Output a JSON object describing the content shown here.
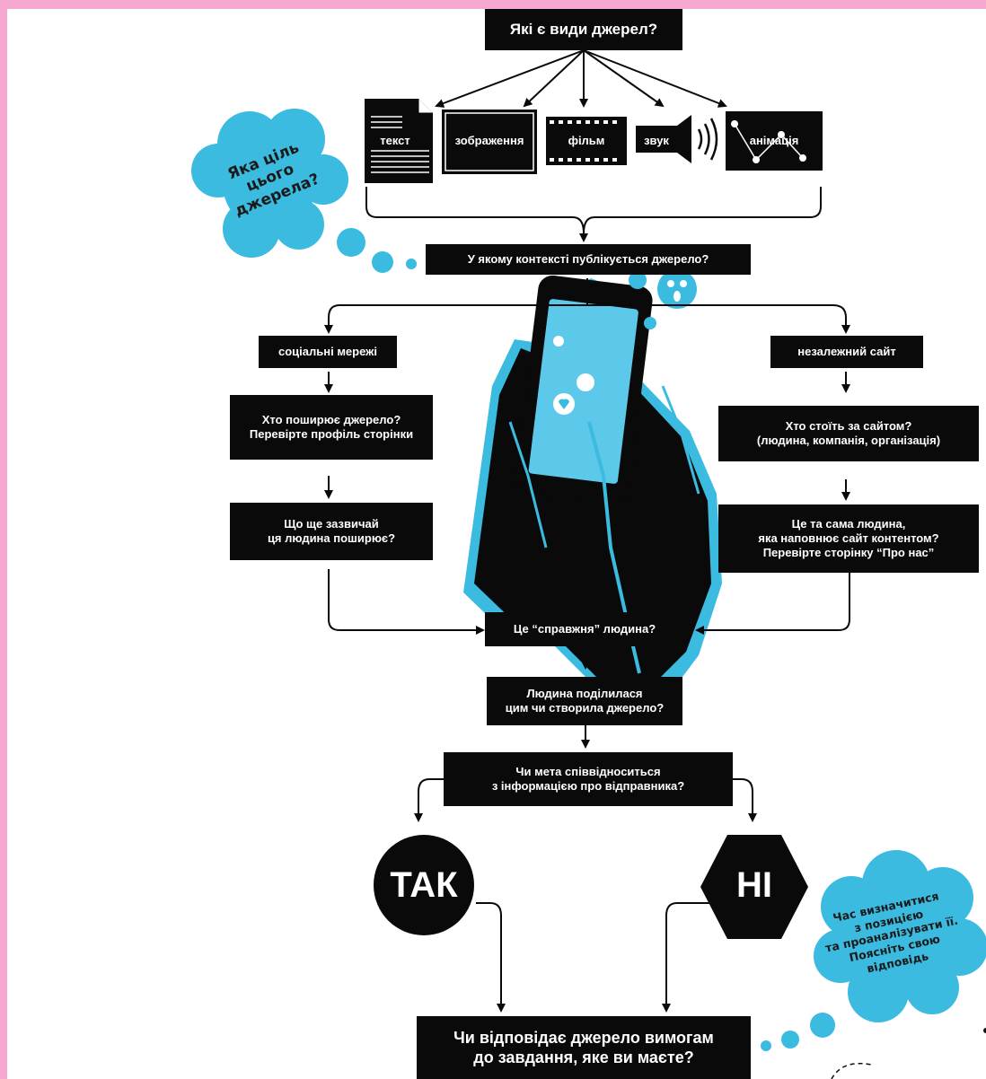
{
  "header_strip_text": "",
  "colors": {
    "accent": "#3bbbe0",
    "dark": "#0a0a0a",
    "frame": "#f4a7cf"
  },
  "top_question": "Які є види джерел?",
  "media_types": {
    "text": "текст",
    "image": "зображення",
    "film": "фільм",
    "sound": "звук",
    "animation": "анімація"
  },
  "bubble_purpose": {
    "line1": "Яка ціль",
    "line2": "цього",
    "line3": "джерела?"
  },
  "context_question": "У якому контексті публікується джерело?",
  "left_branch": {
    "label": "соціальні мережі",
    "q1_line1": "Хто поширює джерело?",
    "q1_line2": "Перевірте профіль сторінки",
    "q2_line1": "Що ще зазвичай",
    "q2_line2": "ця людина поширює?"
  },
  "right_branch": {
    "label": "незалежний сайт",
    "q1_line1": "Хто стоїть за сайтом?",
    "q1_line2": "(людина, компанія, організація)",
    "q2_line1": "Це та сама людина,",
    "q2_line2": "яка наповнює сайт контентом?",
    "q2_line3": "Перевірте сторінку “Про нас”"
  },
  "real_person": "Це “справжня” людина?",
  "shared_or_created": {
    "line1": "Людина поділилася",
    "line2": "цим чи створила джерело?"
  },
  "purpose_match": {
    "line1": "Чи мета співвідноситься",
    "line2": "з інформацією про відправника?"
  },
  "yes_label": "ТАК",
  "no_label": "НІ",
  "bubble_position": {
    "line1": "Час визначитися",
    "line2": "з позицією",
    "line3": "та проаналізувати її.",
    "line4": "Поясніть свою",
    "line5": "відповідь"
  },
  "final_question": {
    "line1": "Чи відповідає джерело вимогам",
    "line2": "до завдання, яке ви маєте?"
  }
}
